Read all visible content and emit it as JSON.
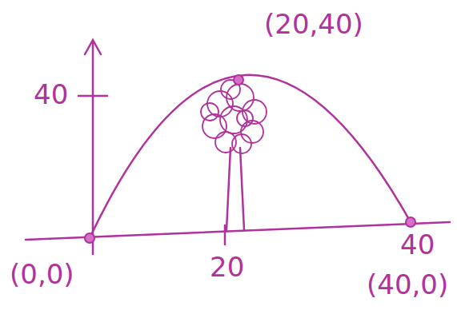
{
  "diagram": {
    "labels": [
      "40",
      "(20,40)",
      "(0,0)",
      "20",
      "40",
      "(40,0)"
    ]
  }
}
